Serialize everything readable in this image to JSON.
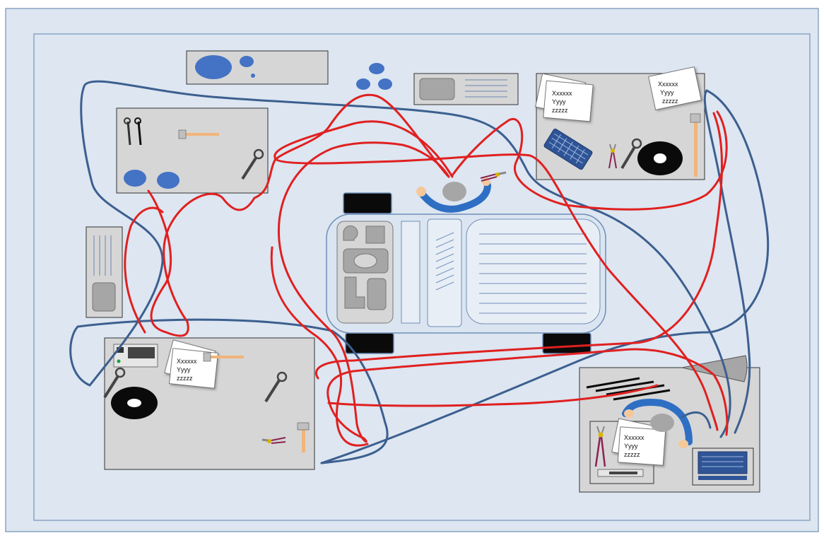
{
  "diagram": {
    "colors": {
      "background": "#dde6f1",
      "outer_border": "#8aa4c4",
      "inner_border": "#8aa4c4",
      "station_fill": "#d6d6d6",
      "station_border": "#333333",
      "car_fill": "#dbe5f1",
      "car_border": "#6f8fb8",
      "worker_path": "#e02020",
      "material_path": "#3c5f8f",
      "accent_blue": "#4472c4",
      "tire": "#0a0a0a"
    },
    "documents": {
      "top_right_left": [
        "Xxxxxx",
        "Yyyy",
        "zzzzz"
      ],
      "top_right_right": [
        "Xxxxxx",
        "Yyyy",
        "zzzzz"
      ],
      "bottom_left": [
        "Xxxxxx",
        "Yyyy",
        "zzzzz"
      ],
      "bottom_right": [
        "Xxxxxx",
        "Yyyy",
        "zzzzz"
      ]
    }
  }
}
